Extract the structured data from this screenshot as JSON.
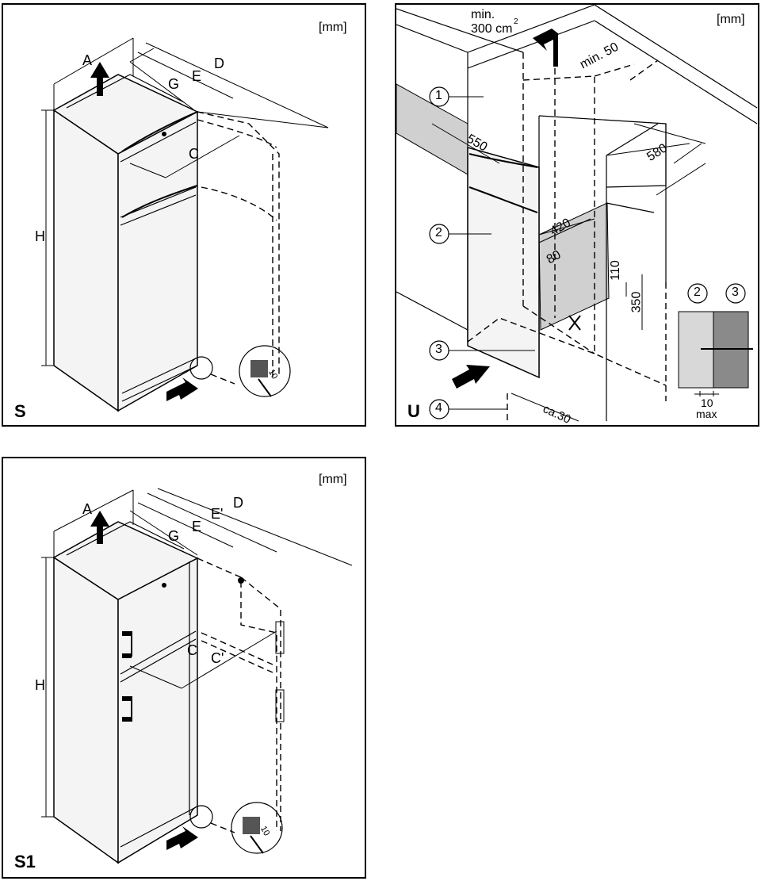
{
  "panel_s": {
    "id": "S",
    "unit": "[mm]",
    "dims": {
      "a": "A",
      "d": "D",
      "e": "E",
      "g": "G",
      "c": "C",
      "h": "H"
    },
    "wrench": "10"
  },
  "panel_u": {
    "id": "U",
    "unit": "[mm]",
    "vent_min": "min.",
    "vent_area": "300 cm",
    "vent_exp": "2",
    "min50": "min. 50",
    "d550": "550",
    "d580": "580",
    "d420": "420",
    "d80": "80",
    "d110": "110",
    "d350": "350",
    "ca30": "ca.30",
    "callouts": [
      "1",
      "2",
      "3",
      "4"
    ],
    "detail_labels": [
      "2",
      "3"
    ],
    "detail_10": "10",
    "detail_max": "max"
  },
  "panel_s1": {
    "id": "S1",
    "unit": "[mm]",
    "dims": {
      "a": "A",
      "d": "D",
      "e1": "E'",
      "e": "E",
      "g": "G",
      "c": "C",
      "c1": "C'",
      "h": "H"
    },
    "wrench": "10"
  },
  "colors": {
    "line": "#000000",
    "background": "#ffffff",
    "recess": "#d0d0d0",
    "wood": "#8a8a8a"
  }
}
